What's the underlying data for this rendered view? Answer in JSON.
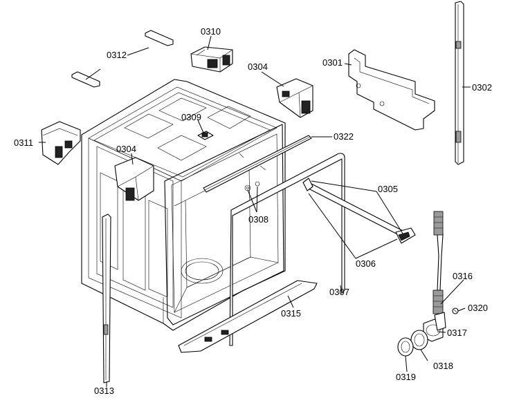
{
  "labels": {
    "p0301": "0301",
    "p0302": "0302",
    "p0304a": "0304",
    "p0304b": "0304",
    "p0305": "0305",
    "p0306": "0306",
    "p0307": "0307",
    "p0308": "0308",
    "p0309": "0309",
    "p0310": "0310",
    "p0311": "0311",
    "p0312": "0312",
    "p0313": "0313",
    "p0315": "0315",
    "p0316": "0316",
    "p0317": "0317",
    "p0318": "0318",
    "p0319": "0319",
    "p0320": "0320",
    "p0322": "0322"
  }
}
